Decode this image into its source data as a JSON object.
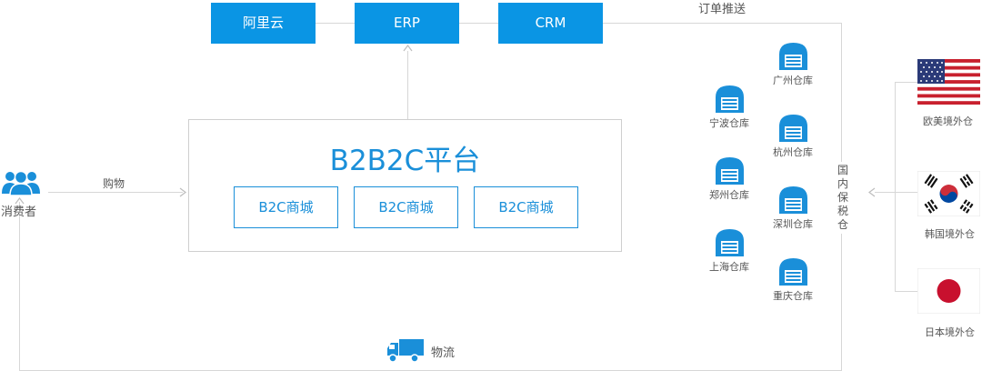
{
  "top_systems": [
    "阿里云",
    "ERP",
    "CRM"
  ],
  "order_push_label": "订单推送",
  "platform": {
    "title": "B2B2C平台",
    "stores": [
      "B2C商城",
      "B2C商城",
      "B2C商城"
    ]
  },
  "consumer_label": "消费者",
  "purchase_label": "购物",
  "logistics_label": "物流",
  "warehouses": {
    "guangzhou": "广州仓库",
    "ningbo": "宁波仓库",
    "hangzhou": "杭州仓库",
    "zhengzhou": "郑州仓库",
    "shenzhen": "深圳仓库",
    "shanghai": "上海仓库",
    "chongqing": "重庆仓库"
  },
  "bonded_warehouse_label": "国内保税仓",
  "overseas": {
    "us": "欧美境外仓",
    "korea": "韩国境外仓",
    "japan": "日本境外仓"
  },
  "colors": {
    "accent": "#0a95e4",
    "line": "#d7d7d7"
  },
  "icons": [
    "users-icon",
    "warehouse-icon",
    "truck-icon",
    "us-flag-icon",
    "korea-flag-icon",
    "japan-flag-icon"
  ]
}
